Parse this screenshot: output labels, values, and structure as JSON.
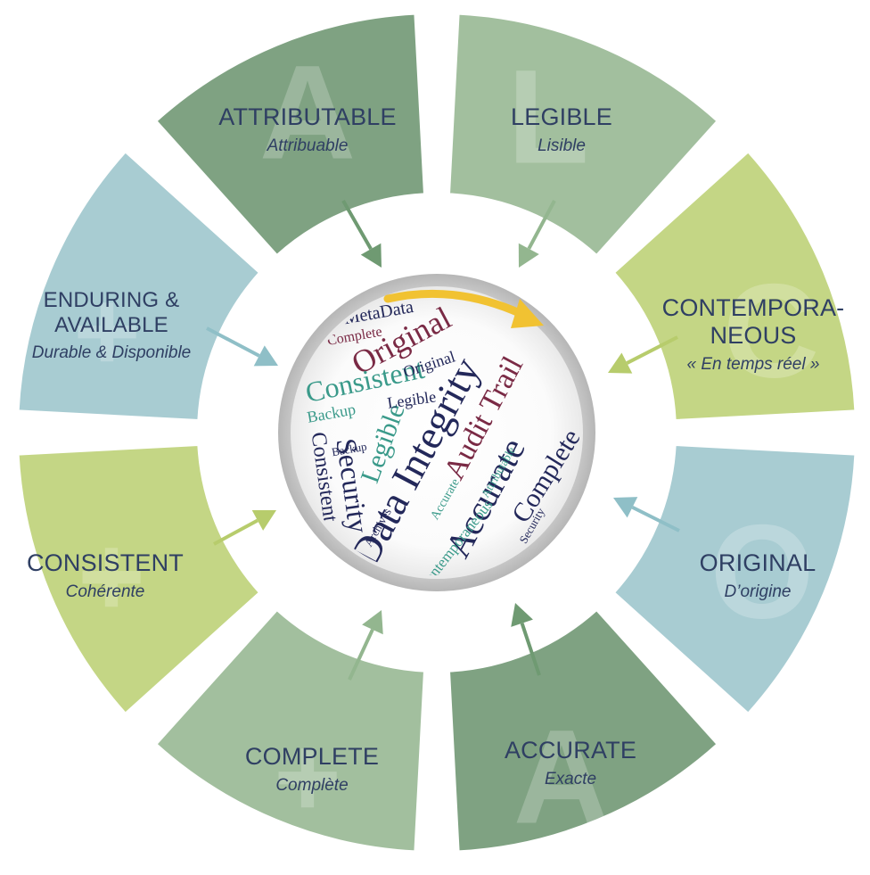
{
  "segments": [
    {
      "id": "attributable",
      "main": "ATTRIBUTABLE",
      "sub": "Attribuable",
      "letter": "A",
      "color": "#7fa282"
    },
    {
      "id": "legible",
      "main": "LEGIBLE",
      "sub": "Lisible",
      "letter": "L",
      "color": "#a2bf9e"
    },
    {
      "id": "contemporaneous",
      "main": "CONTEMPORA-\nNEOUS",
      "sub": "« En temps réel »",
      "letter": "C",
      "color": "#c4d685"
    },
    {
      "id": "original",
      "main": "ORIGINAL",
      "sub": "D’origine",
      "letter": "O",
      "color": "#a8ccd2"
    },
    {
      "id": "accurate",
      "main": "ACCURATE",
      "sub": "Exacte",
      "letter": "A",
      "color": "#7fa282"
    },
    {
      "id": "complete",
      "main": "COMPLETE",
      "sub": "Complète",
      "letter": "+",
      "color": "#a2bf9e"
    },
    {
      "id": "consistent",
      "main": "CONSISTENT",
      "sub": "Cohérente",
      "letter": "+",
      "color": "#c4d685"
    },
    {
      "id": "enduring",
      "main": "ENDURING &\nAVAILABLE",
      "sub": "Durable & Disponible",
      "letter": "+",
      "color": "#a8ccd2"
    }
  ],
  "center": {
    "words": [
      "Data Integrity",
      "Accurate",
      "Audit Trail",
      "Original",
      "Consistent",
      "Legible",
      "Security",
      "Complete",
      "MetaData",
      "Backup",
      "Contemporaneous",
      "Attributable",
      "Archives",
      "Consistent",
      "Complete",
      "Original",
      "Legible",
      "Security",
      "Accurate",
      "Backup"
    ]
  },
  "colors": {
    "arrow_attributable": "#6f9a72",
    "arrow_legible": "#93b68f",
    "arrow_contemporaneous": "#b7cc6c",
    "arrow_original": "#8fbfc7",
    "arrow_accurate": "#6f9a72",
    "arrow_complete": "#93b68f",
    "arrow_consistent": "#b7cc6c",
    "arrow_enduring": "#8fbfc7",
    "text": "#2f3f63",
    "cycle_arrow": "#f1c232",
    "cloud_navy": "#23285a",
    "cloud_maroon": "#7a2a45",
    "cloud_teal": "#3a9a8a"
  }
}
